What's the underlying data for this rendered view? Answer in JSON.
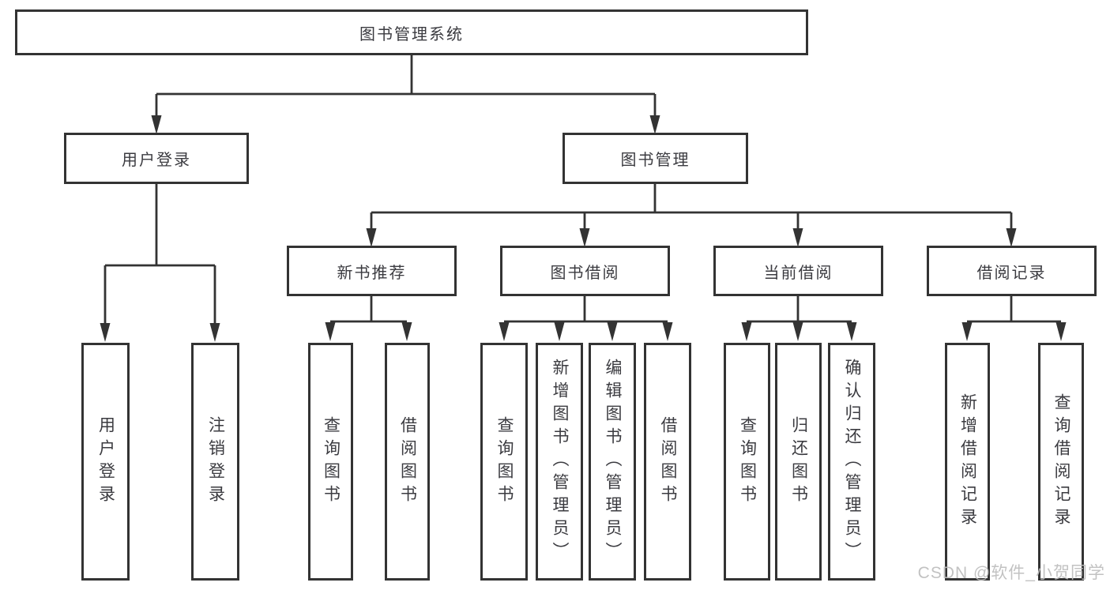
{
  "diagram": {
    "root": {
      "label": "图书管理系统"
    },
    "user_login_branch": {
      "label": "用户登录",
      "children": [
        {
          "label": "用户登录"
        },
        {
          "label": "注销登录"
        }
      ]
    },
    "book_mgmt_branch": {
      "label": "图书管理",
      "groups": [
        {
          "label": "新书推荐",
          "children": [
            {
              "label": "查询图书"
            },
            {
              "label": "借阅图书"
            }
          ]
        },
        {
          "label": "图书借阅",
          "children": [
            {
              "label": "查询图书"
            },
            {
              "label": "新增图书（管理员）"
            },
            {
              "label": "编辑图书（管理员）"
            },
            {
              "label": "借阅图书"
            }
          ]
        },
        {
          "label": "当前借阅",
          "children": [
            {
              "label": "查询图书"
            },
            {
              "label": "归还图书"
            },
            {
              "label": "确认归还（管理员）"
            }
          ]
        },
        {
          "label": "借阅记录",
          "children": [
            {
              "label": "新增借阅记录"
            },
            {
              "label": "查询借阅记录"
            }
          ]
        }
      ]
    }
  },
  "watermark": {
    "text": "CSDN @软件_小贺同学"
  },
  "colors": {
    "line": "#333333",
    "box_border": "#333333",
    "text": "#3b3b40",
    "watermark": "#bdbdbd",
    "background": "#ffffff"
  }
}
